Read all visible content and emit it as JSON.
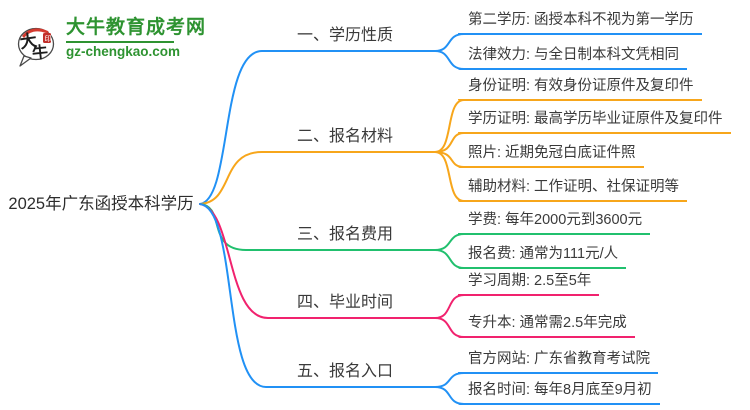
{
  "brand": {
    "icon": "dainiu-speech-bubble-logo",
    "icon_char_1": "大",
    "icon_char_2": "牛",
    "title": "大牛教育成考网",
    "domain": "gz-chengkao.com",
    "green": "#2e9331",
    "red": "#d43a2f"
  },
  "mindmap": {
    "root": {
      "label": "2025年广东函授本科学历"
    },
    "branches": [
      {
        "label": "一、学历性质",
        "color": "#2191f5",
        "items": [
          "第二学历: 函授本科不视为第一学历",
          "法律效力: 与全日制本科文凭相同"
        ]
      },
      {
        "label": "二、报名材料",
        "color": "#f7a61b",
        "items": [
          "身份证明: 有效身份证原件及复印件",
          "学历证明: 最高学历毕业证原件及复印件",
          "照片: 近期免冠白底证件照",
          "辅助材料: 工作证明、社保证明等"
        ]
      },
      {
        "label": "三、报名费用",
        "color": "#21c06e",
        "items": [
          "学费: 每年2000元到3600元",
          "报名费: 通常为111元/人"
        ]
      },
      {
        "label": "四、毕业时间",
        "color": "#f1226e",
        "items": [
          "学习周期: 2.5至5年",
          "专升本: 通常需2.5年完成"
        ]
      },
      {
        "label": "五、报名入口",
        "color": "#2191f5",
        "items": [
          "官方网站: 广东省教育考试院",
          "报名时间: 每年8月底至9月初"
        ]
      }
    ]
  }
}
